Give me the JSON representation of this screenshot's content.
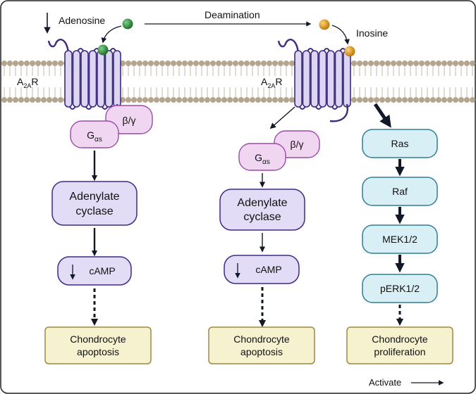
{
  "labels": {
    "adenosine": "Adenosine",
    "deamination": "Deamination",
    "inosine": "Inosine",
    "receptor_main": "A",
    "receptor_sub": "2A",
    "receptor_tail": "R",
    "beta_gamma": "β/γ",
    "g_main": "G",
    "g_sub": "αs",
    "adenylate_line1": "Adenylate",
    "adenylate_line2": "cyclase",
    "camp": "cAMP",
    "ras": "Ras",
    "raf": "Raf",
    "mek": "MEK1/2",
    "perk": "pERK1/2",
    "apoptosis_line1": "Chondrocyte",
    "apoptosis_line2": "apoptosis",
    "prolif_line1": "Chondrocyte",
    "prolif_line2": "proliferation",
    "legend_activate": "Activate"
  },
  "colors": {
    "membrane_head": "#b3a58e",
    "membrane_tail": "#cfc6b5",
    "receptor_fill": "#dcd6f2",
    "receptor_stroke": "#3f2a80",
    "gprotein_fill": "#f1d6f2",
    "gprotein_stroke": "#9a4aa8",
    "enzyme_fill": "#e2dcf6",
    "enzyme_stroke": "#3f2a80",
    "mapk_fill": "#d9eff6",
    "mapk_stroke": "#2f7f96",
    "outcome_fill": "#f6f1cf",
    "outcome_stroke": "#9b8a3e",
    "adenosine_ball": "#2e8b3a",
    "inosine_ball": "#e39a14",
    "arrow": "#111827"
  }
}
